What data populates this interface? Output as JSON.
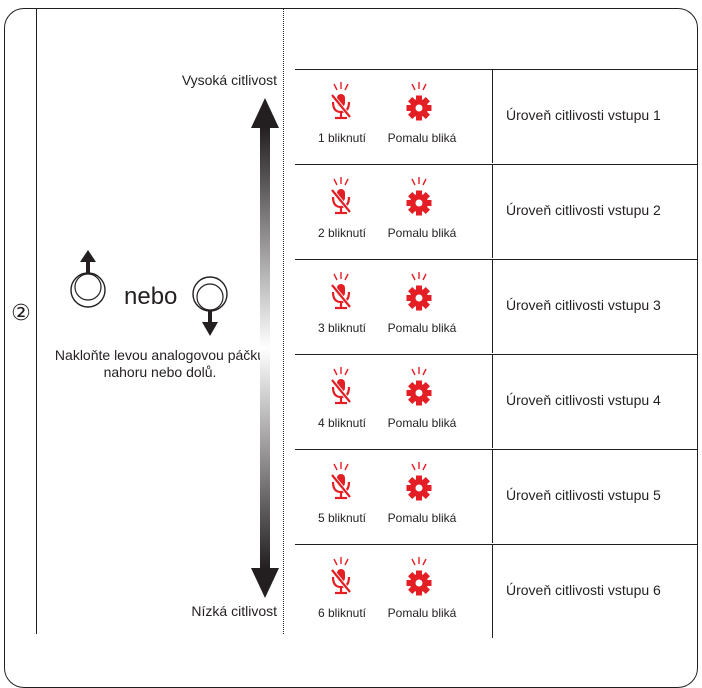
{
  "step_number": "②",
  "sensitivity": {
    "high_label": "Vysoká citlivost",
    "low_label": "Nízká citlivost"
  },
  "instruction": {
    "or_label": "nebo",
    "text": "Nakloňte levou analogovou páčku nahoru nebo dolů."
  },
  "colors": {
    "accent": "#e31e24",
    "line": "#231f20"
  },
  "icons": {
    "mic": "mic-muted-icon",
    "gear": "gear-icon"
  },
  "rows": [
    {
      "blink": "1 bliknutí",
      "status": "Pomalu bliká",
      "level": "Úroveň citlivosti vstupu 1"
    },
    {
      "blink": "2 bliknutí",
      "status": "Pomalu bliká",
      "level": "Úroveň citlivosti vstupu 2"
    },
    {
      "blink": "3 bliknutí",
      "status": "Pomalu bliká",
      "level": "Úroveň citlivosti vstupu 3"
    },
    {
      "blink": "4 bliknutí",
      "status": "Pomalu bliká",
      "level": "Úroveň citlivosti vstupu 4"
    },
    {
      "blink": "5 bliknutí",
      "status": "Pomalu bliká",
      "level": "Úroveň citlivosti vstupu 5"
    },
    {
      "blink": "6 bliknutí",
      "status": "Pomalu bliká",
      "level": "Úroveň citlivosti vstupu 6"
    }
  ]
}
